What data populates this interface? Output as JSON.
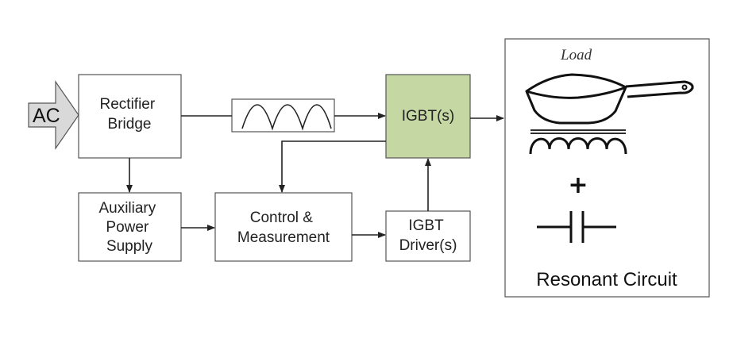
{
  "diagram": {
    "ac_input": "AC",
    "rectifier": [
      "Rectifier",
      "Bridge"
    ],
    "aux_supply": [
      "Auxiliary",
      "Power",
      "Supply"
    ],
    "control": [
      "Control &",
      "Measurement"
    ],
    "igbt": "IGBT(s)",
    "igbt_driver": [
      "IGBT",
      "Driver(s)"
    ],
    "load": "Load",
    "plus": "+",
    "resonant": "Resonant Circuit",
    "igbt_fill": "#c5d8a4",
    "ac_arrow_fill": "#d9d9d9"
  }
}
